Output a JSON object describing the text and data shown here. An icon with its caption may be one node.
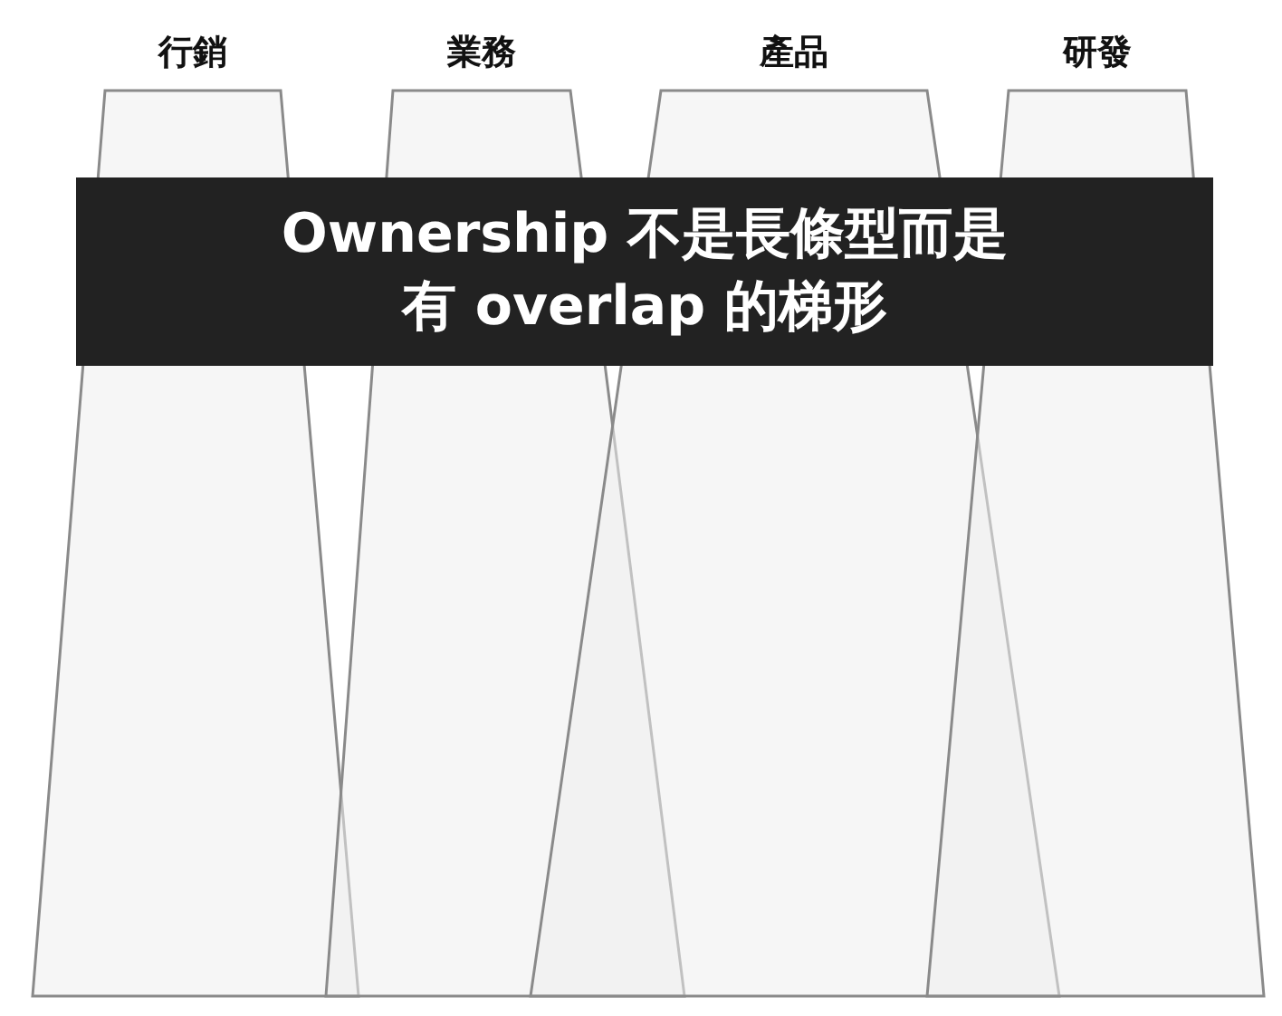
{
  "diagram": {
    "nodes": [
      {
        "text": [
          "行銷"
        ]
      },
      {
        "text": [
          "業務"
        ]
      },
      {
        "text": [
          "產品"
        ]
      },
      {
        "text": [
          "研發"
        ]
      },
      {
        "text": [
          "Ownership 不是長條型而是有 overlap 的**梯形**"
        ]
      }
    ]
  }
}
